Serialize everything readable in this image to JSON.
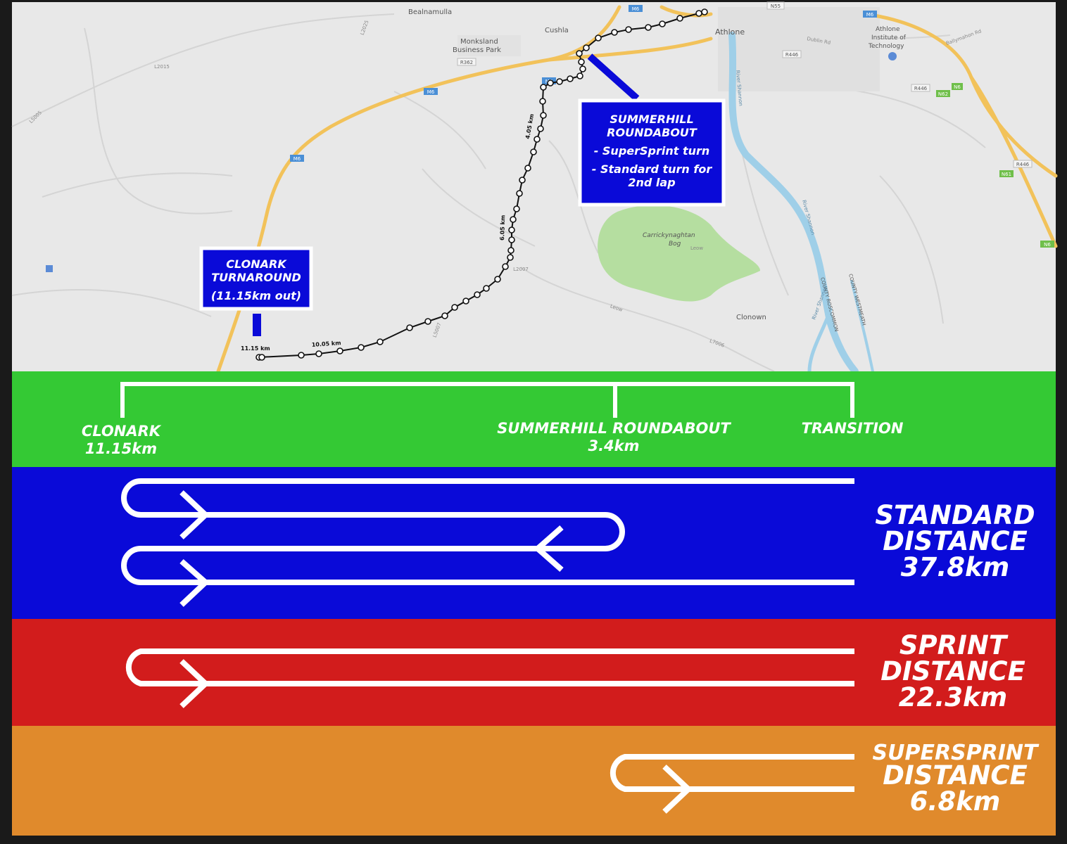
{
  "map": {
    "places": {
      "bealnamulla": "Bealnamulla",
      "cushla": "Cushla",
      "monksland": "Monksland",
      "business_park": "Business Park",
      "athlone": "Athlone",
      "ait_1": "Athlone",
      "ait_2": "Institute of",
      "ait_3": "Technology",
      "bog_1": "Carrickynaghtan",
      "bog_2": "Bog",
      "clonown": "Clonown",
      "county_roscommon": "COUNTY ROSCOMMON",
      "county_westmeath": "COUNTY WESTMEATH",
      "river_1": "River Shannon",
      "river_2": "River Shannon",
      "river_3": "River Shannon"
    },
    "roads": {
      "m6_a": "M6",
      "m6_b": "M6",
      "m6_c": "M6",
      "m6_d": "M6",
      "m6_e": "M6",
      "n61": "N61",
      "n62": "N62",
      "n55": "N55",
      "r362": "R362",
      "r446_a": "R446",
      "r446_b": "R446",
      "r446_c": "R446",
      "n6_top": "N6",
      "n6_right": "N6",
      "l2025": "L2025",
      "l2015": "L2015",
      "l5005": "L5005",
      "l5007": "L5007",
      "l2007": "L2007",
      "leow": "Leow",
      "leow_2": "Leow",
      "l7006": "L7006",
      "dublin_rd": "Dublin Rd",
      "ballymahon_rd": "Ballymahon Rd"
    },
    "km_markers": {
      "k1": "11.15 km",
      "k2": "10.05 km",
      "k3": "6.05 km",
      "k4": "4.05 km"
    },
    "callouts": {
      "summerhill": {
        "line1": "SUMMERHILL",
        "line2": "ROUNDABOUT",
        "line3": "- SuperSprint turn",
        "line4": "- Standard turn for",
        "line5": "2nd lap"
      },
      "clonark": {
        "line1": "CLONARK",
        "line2": "TURNAROUND",
        "line3": "(11.15km out)"
      }
    },
    "colors": {
      "land": "#e8e8e8",
      "road_major": "#f2c25a",
      "water": "#9fcfe8",
      "bog": "#b5dea0",
      "callout": "#0a0ad8"
    }
  },
  "legend": {
    "markers": {
      "clonark_1": "CLONARK",
      "clonark_2": "11.15km",
      "summerhill_1": "SUMMERHILL ROUNDABOUT",
      "summerhill_2": "3.4km",
      "transition": "TRANSITION"
    },
    "distances": {
      "standard_1": "STANDARD",
      "standard_2": "DISTANCE",
      "standard_3": "37.8km",
      "sprint_1": "SPRINT",
      "sprint_2": "DISTANCE",
      "sprint_3": "22.3km",
      "supersprint_1": "SUPERSPRINT",
      "supersprint_2": "DISTANCE",
      "supersprint_3": "6.8km"
    },
    "colors": {
      "green": "#34c934",
      "blue": "#0a0ad8",
      "red": "#d21c1c",
      "orange": "#e08a2c"
    }
  }
}
